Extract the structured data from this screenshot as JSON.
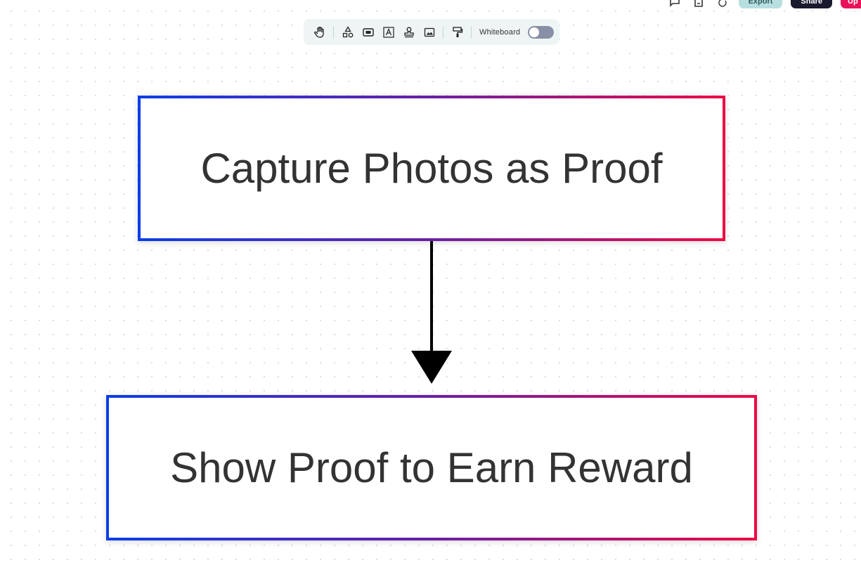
{
  "header": {
    "comment_icon": "comment-icon",
    "document_icon": "document-icon",
    "history_icon": "history-icon",
    "export_label": "Export",
    "share_label": "Share",
    "upgrade_label": "Up"
  },
  "toolbar": {
    "tools": [
      {
        "name": "hand-tool",
        "icon": "hand-icon"
      },
      {
        "name": "shapes-tool",
        "icon": "shapes-icon"
      },
      {
        "name": "container-tool",
        "icon": "rectangle-icon"
      },
      {
        "name": "text-tool",
        "icon": "text-icon"
      },
      {
        "name": "stamp-tool",
        "icon": "stamp-icon"
      },
      {
        "name": "image-tool",
        "icon": "image-icon"
      },
      {
        "name": "format-painter-tool",
        "icon": "paint-roller-icon"
      }
    ],
    "whiteboard_label": "Whiteboard",
    "whiteboard_enabled": false
  },
  "canvas": {
    "nodes": [
      {
        "id": "node1",
        "text": "Capture Photos as Proof"
      },
      {
        "id": "node2",
        "text": "Show Proof to Earn Reward"
      }
    ],
    "edges": [
      {
        "from": "node1",
        "to": "node2",
        "arrow": "filled-triangle",
        "color": "#000000"
      }
    ],
    "node_border_gradient": [
      "#0a3ee8",
      "#6a1fa6",
      "#ee0a45"
    ],
    "text_color": "#333333"
  }
}
